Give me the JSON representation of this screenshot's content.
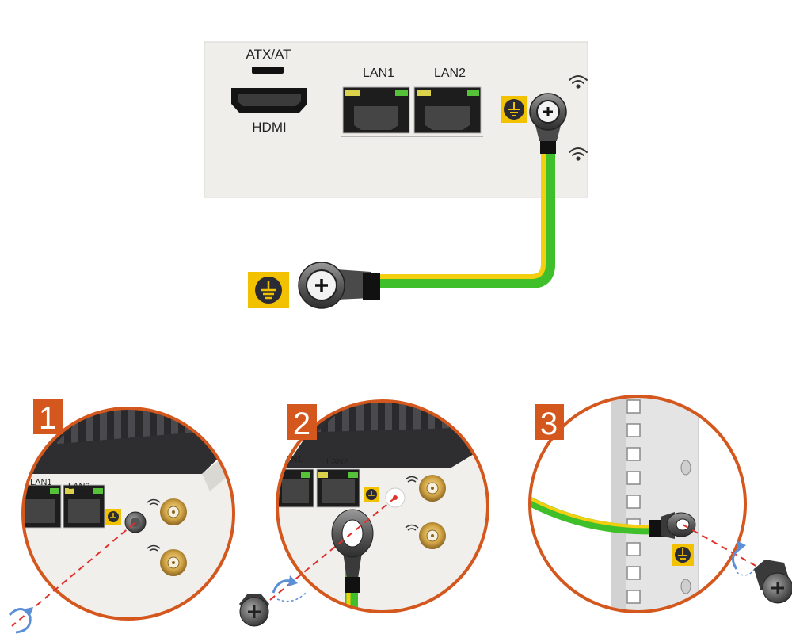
{
  "panel": {
    "atx_label": "ATX/AT",
    "hdmi_label": "HDMI",
    "lan1_label": "LAN1",
    "lan2_label": "LAN2"
  },
  "steps": [
    {
      "number": "1",
      "lan1_label": "LAN1",
      "lan2_label": "LAN2"
    },
    {
      "number": "2",
      "lan1_label": "AN1",
      "lan2_label": "LAN2"
    },
    {
      "number": "3"
    }
  ],
  "colors": {
    "accent": "#d4581e",
    "panel": "#efeeea",
    "cable_green": "#3fbf2a",
    "cable_yellow": "#f4cf10",
    "ground_badge": "#f2c200",
    "rotate_arrow": "#5b8fd8",
    "dashed_line": "#e0312b"
  },
  "icons": [
    "ground-icon",
    "wifi-icon",
    "ring-terminal-icon",
    "screw-icon",
    "rotate-arrow-icon",
    "hdmi-port-icon",
    "lan-port-icon",
    "antenna-connector-icon"
  ]
}
